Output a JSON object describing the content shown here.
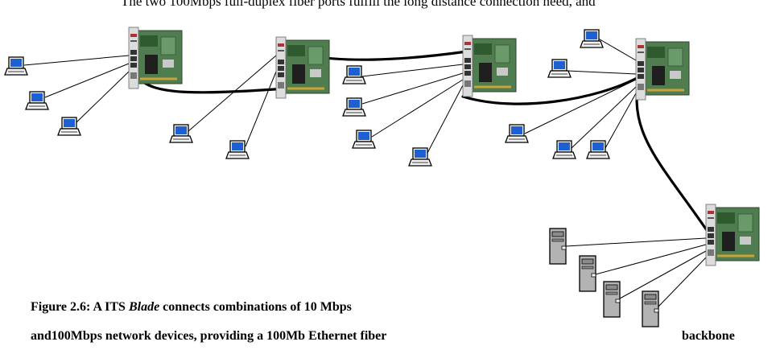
{
  "intro_text": "The two 100Mbps full-duplex fiber ports fulfill the long distance connection need, and",
  "figure": {
    "caption_prefix": "Figure 2.6: A ITS ",
    "caption_product": "Blade",
    "caption_rest": " connects combinations of 10 Mbps",
    "caption_line2": "and100Mbps network devices, providing a 100Mb Ethernet fiber",
    "caption_tail": "backbone"
  },
  "colors": {
    "card_pcb": "#5a8a5a",
    "faceplate": "#dcdcdc",
    "monitor": "#1e5fd4",
    "cable": "#000000",
    "server": "#b0b0b0"
  }
}
